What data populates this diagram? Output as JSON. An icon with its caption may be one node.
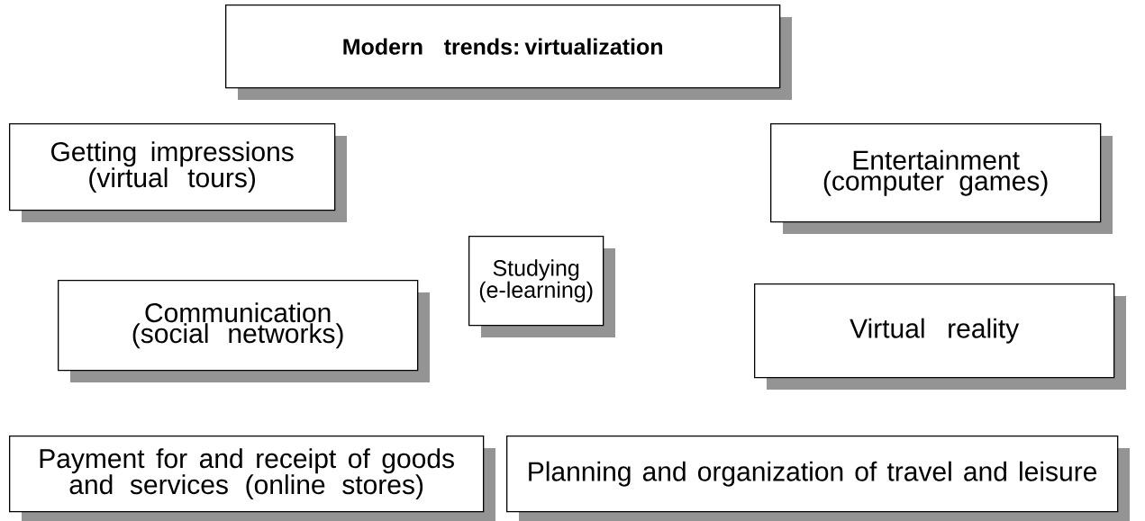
{
  "diagram": {
    "nodes": [
      {
        "text": [
          "Modern trends: virtualization"
        ]
      },
      {
        "text": [
          "Getting impressions (virtual tours)"
        ]
      },
      {
        "text": [
          "Entertainment (computer games)"
        ]
      },
      {
        "text": [
          "Studying (e-learning)"
        ]
      },
      {
        "text": [
          "Communication (social networks)"
        ]
      },
      {
        "text": [
          "Virtual reality"
        ]
      },
      {
        "text": [
          "Payment for and receipt of goods and services (online stores)"
        ]
      },
      {
        "text": [
          "Planning and organization of travel and leisure"
        ]
      }
    ]
  }
}
